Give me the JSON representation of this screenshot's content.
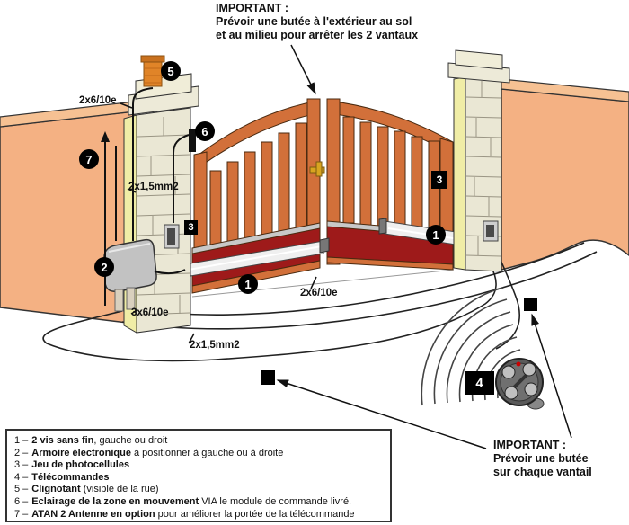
{
  "notes": {
    "top": {
      "heading": "IMPORTANT :",
      "line1": "Prévoir une butée à l'extérieur au sol",
      "line2": "et au milieu pour arrêter les 2 vantaux"
    },
    "bottom_right": {
      "heading": "IMPORTANT :",
      "line1": "Prévoir une butée",
      "line2": "sur chaque vantail"
    }
  },
  "cable_labels": {
    "beacon_cable": "2x6/10e",
    "photocell_cable": "2x1,5mm2",
    "power_cable": "3x6/10e",
    "ground_cable": "2x6/10e",
    "motor_cable": "2x1,5mm2"
  },
  "callouts": {
    "n1": "1",
    "n2": "2",
    "n3": "3",
    "n4": "4",
    "n5": "5",
    "n6": "6",
    "n7": "7"
  },
  "legend": {
    "items": [
      {
        "prefix": "1 –",
        "bold": "2 vis sans fin",
        "rest": ", gauche ou droit"
      },
      {
        "prefix": "2 –",
        "bold": "Armoire électronique",
        "rest": " à positionner à gauche ou à droite"
      },
      {
        "prefix": "3 –",
        "bold": "Jeu de photocellules",
        "rest": ""
      },
      {
        "prefix": "4 –",
        "bold": "Télécommandes",
        "rest": ""
      },
      {
        "prefix": "5 –",
        "bold": "Clignotant",
        "rest": " (visible de la rue)"
      },
      {
        "prefix": "6 –",
        "bold": "Eclairage de la zone en mouvement",
        "rest": " VIA le module de commande livré."
      },
      {
        "prefix": "7 –",
        "bold": "ATAN 2 Antenne en option",
        "rest": " pour améliorer la portée de la télécommande"
      }
    ]
  },
  "colors": {
    "wall": "#F4B183",
    "wall_cap": "#F6C193",
    "pillar": "#EAE7D4",
    "pillar_side": "#F0EDA6",
    "gate": "#D2703A",
    "panel_red": "#9E1A1A",
    "actuator": "#EFEFEF",
    "beacon": "#E08428",
    "callout_bg": "#000000",
    "callout_text": "#FFFFFF"
  }
}
